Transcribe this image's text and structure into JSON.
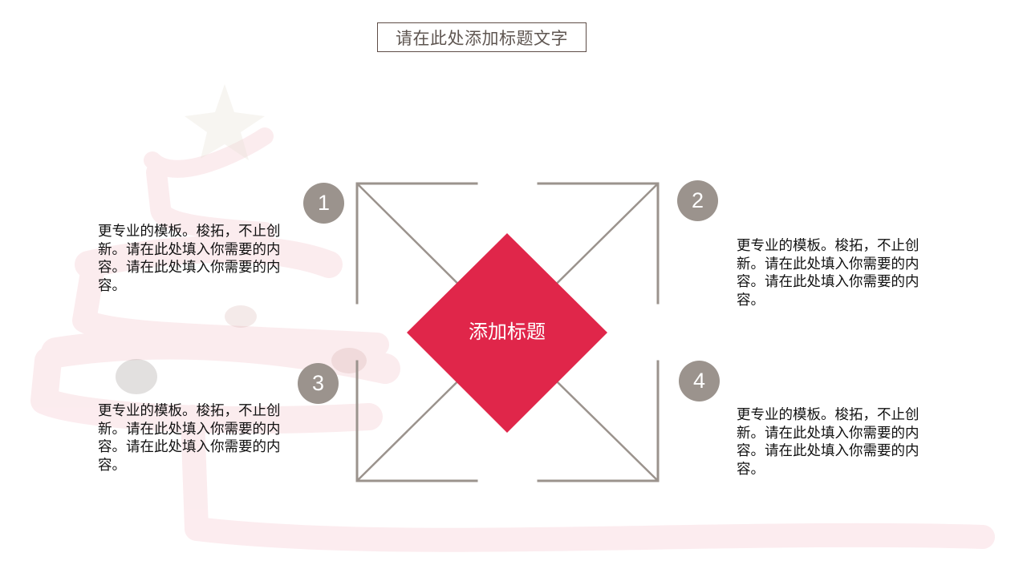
{
  "slide": {
    "title": "请在此处添加标题文字",
    "center_label": "添加标题",
    "colors": {
      "accent_red": "#e0264a",
      "circle_gray": "#9b938d",
      "line_gray": "#9b938d",
      "title_border": "#5e4d47"
    },
    "items": [
      {
        "number": "1",
        "text": "更专业的模板。梭拓，不止创新。请在此处填入你需要的内容。请在此处填入你需要的内容。"
      },
      {
        "number": "2",
        "text": "更专业的模板。梭拓，不止创新。请在此处填入你需要的内容。请在此处填入你需要的内容。"
      },
      {
        "number": "3",
        "text": "更专业的模板。梭拓，不止创新。请在此处填入你需要的内容。请在此处填入你需要的内容。"
      },
      {
        "number": "4",
        "text": "更专业的模板。梭拓，不止创新。请在此处填入你需要的内容。请在此处填入你需要的内容。"
      }
    ],
    "background_decor": [
      "pink-ribbon-tree",
      "star-ornament",
      "pinecone-ornament"
    ]
  }
}
